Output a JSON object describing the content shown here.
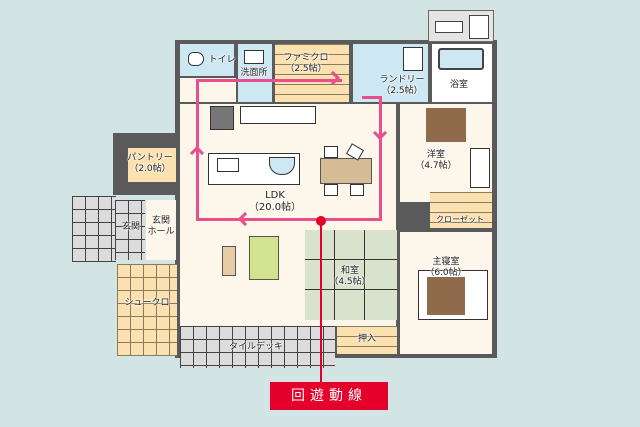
{
  "plan": {
    "rooms": [
      {
        "id": "toilet",
        "name": "トイレ"
      },
      {
        "id": "washroom",
        "name": "洗面所"
      },
      {
        "id": "family-closet",
        "name": "ファミクロ",
        "size": "（2.5帖）"
      },
      {
        "id": "laundry",
        "name": "ランドリー",
        "size": "（2.5帖）"
      },
      {
        "id": "bathroom",
        "name": "浴室"
      },
      {
        "id": "pantry",
        "name": "パントリー",
        "size": "（2.0帖）"
      },
      {
        "id": "ldk",
        "name": "LDK",
        "size": "（20.0帖）"
      },
      {
        "id": "western-room",
        "name": "洋室",
        "size": "（4.7帖）"
      },
      {
        "id": "closet",
        "name": "クローゼット"
      },
      {
        "id": "entrance",
        "name": "玄関"
      },
      {
        "id": "entrance-hall",
        "name": "玄関",
        "name2": "ホール"
      },
      {
        "id": "japanese-room",
        "name": "和室",
        "size": "（4.5帖）"
      },
      {
        "id": "master-bedroom",
        "name": "主寝室",
        "size": "（6.0帖）"
      },
      {
        "id": "shoe-closet",
        "name": "シュークロ"
      },
      {
        "id": "oshiire",
        "name": "押入"
      },
      {
        "id": "tile-deck",
        "name": "タイルデッキ"
      }
    ]
  },
  "legend": {
    "label": "回遊動線",
    "color": "#e5002b",
    "route_color": "#ea4f8c"
  }
}
